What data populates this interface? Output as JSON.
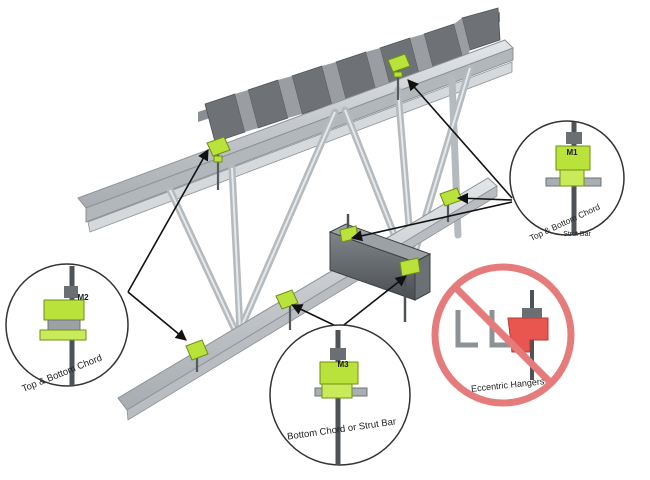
{
  "diagram": {
    "callouts": [
      {
        "id": "top-right",
        "caption": "Top & Bottom Chord",
        "sub_caption": "Strut Bar",
        "clip_tag": "M1"
      },
      {
        "id": "left",
        "caption": "Top & Bottom Chord",
        "clip_tag": "M2"
      },
      {
        "id": "bottom-center",
        "caption": "Bottom Chord or Strut Bar",
        "clip_tag": "M3"
      },
      {
        "id": "prohibited",
        "caption": "Eccentric Hangers"
      }
    ],
    "colors": {
      "clip": "#b9e23a",
      "clip_dark": "#8fb21f",
      "steel": "#c9cdd1",
      "steel_dark": "#8d9296",
      "deck": "#777b80",
      "strut": "#5d6166",
      "rod": "#4e5358",
      "prohibited": "#e57b7b",
      "eccentric_clip": "#e8564f",
      "arrow": "#111111",
      "circle_border": "#333333"
    }
  }
}
